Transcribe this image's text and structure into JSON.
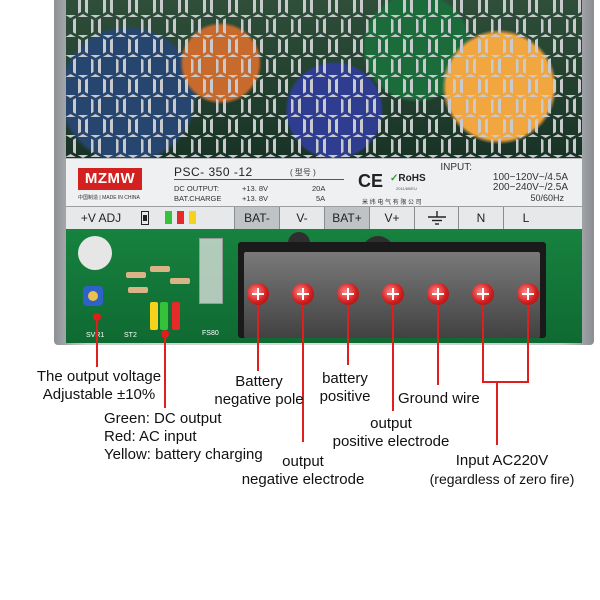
{
  "label": {
    "brand": "MZMW",
    "made_in": "中国制造 | MADE IN CHINA",
    "model": "PSC- 350 -12",
    "model_note": "( 型号 )",
    "dc_output": {
      "name": "DC OUTPUT:",
      "voltage": "+13. 8V",
      "current": "20A"
    },
    "bat_charge": {
      "name": "BAT.CHARGE",
      "voltage": "+13. 8V",
      "current": "5A"
    },
    "ce_mark": "CE",
    "rohs": "RoHS",
    "rohs_sub": "2011/65/EU",
    "maker_cn": "米 纬 电 气 有 限 公 司",
    "input_title": "INPUT:",
    "input_line1": "100−120V~/4.5A",
    "input_line2": "200−240V~/2.5A",
    "input_freq": "50/60Hz"
  },
  "terminals": {
    "adj": "+V ADJ",
    "bat_minus": "BAT-",
    "v_minus": "V-",
    "bat_plus": "BAT+",
    "v_plus": "V+",
    "neutral": "N",
    "line": "L"
  },
  "pcb": {
    "svr1": "SVR1",
    "st2": "ST2",
    "fs80": "FS80"
  },
  "annotations": {
    "voltage_adj_line1": "The output voltage",
    "voltage_adj_line2": "Adjustable ±10%",
    "leds_line1": "Green: DC output",
    "leds_line2": "Red: AC input",
    "leds_line3": "Yellow: battery charging",
    "bat_neg_line1": "Battery",
    "bat_neg_line2": "negative pole",
    "out_neg_line1": "output",
    "out_neg_line2": "negative electrode",
    "bat_pos_line1": "battery",
    "bat_pos_line2": "positive",
    "out_pos_line1": "output",
    "out_pos_line2": "positive electrode",
    "ground": "Ground wire",
    "ac_line1": "Input AC220V",
    "ac_line2": "(regardless of zero fire)"
  },
  "colors": {
    "brand_red": "#d3211f",
    "pcb_green": "#17823f",
    "leader_red": "#e11d1d",
    "led_green": "#35c23a",
    "led_red": "#e62a2a",
    "led_yellow": "#f5d21b"
  }
}
